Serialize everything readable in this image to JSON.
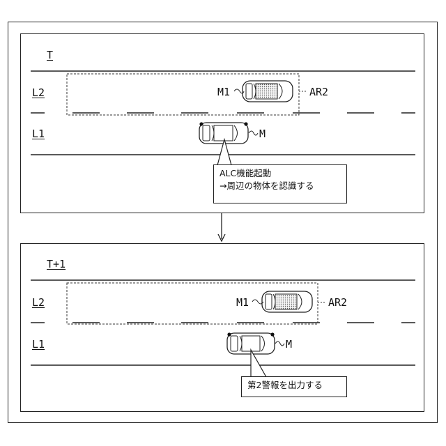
{
  "panels": [
    {
      "time_label": "T",
      "lane_upper": "L2",
      "lane_lower": "L1",
      "other_vehicle": "M1",
      "own_vehicle": "M",
      "region": "AR2",
      "callout_lines": [
        "ALC機能起動",
        "→周辺の物体を認識する"
      ]
    },
    {
      "time_label": "T+1",
      "lane_upper": "L2",
      "lane_lower": "L1",
      "other_vehicle": "M1",
      "own_vehicle": "M",
      "region": "AR2",
      "callout_lines": [
        "第2警報を出力する"
      ]
    }
  ]
}
